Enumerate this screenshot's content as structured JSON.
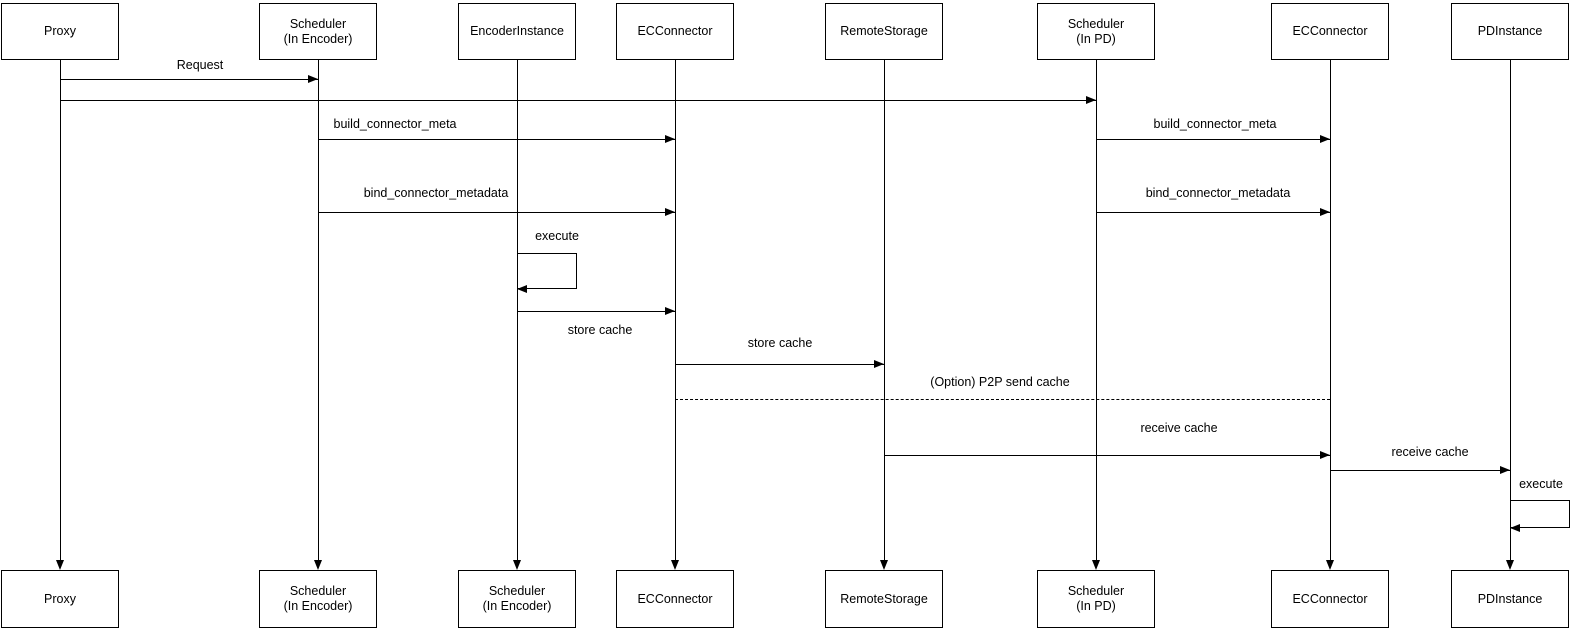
{
  "diagram": {
    "type": "sequence-diagram",
    "background_color": "#ffffff",
    "stroke_color": "#000000",
    "text_color": "#000000"
  },
  "actors": [
    {
      "id": "proxy",
      "top_label": "Proxy",
      "bottom_label": "Proxy"
    },
    {
      "id": "scheduler-encoder",
      "top_label": "Scheduler\n(In Encoder)",
      "bottom_label": "Scheduler\n(In Encoder)"
    },
    {
      "id": "encoder-instance",
      "top_label": "EncoderInstance",
      "bottom_label": "Scheduler\n(In Encoder)"
    },
    {
      "id": "ec-connector-encoder",
      "top_label": "ECConnector",
      "bottom_label": "ECConnector"
    },
    {
      "id": "remote-storage",
      "top_label": "RemoteStorage",
      "bottom_label": "RemoteStorage"
    },
    {
      "id": "scheduler-pd",
      "top_label": "Scheduler\n(In PD)",
      "bottom_label": "Scheduler\n(In PD)"
    },
    {
      "id": "ec-connector-pd",
      "top_label": "ECConnector",
      "bottom_label": "ECConnector"
    },
    {
      "id": "pd-instance",
      "top_label": "PDInstance",
      "bottom_label": "PDInstance"
    }
  ],
  "messages": [
    {
      "label": "Request",
      "from": "proxy",
      "to": "scheduler-encoder",
      "line": "solid",
      "arrow": "filled"
    },
    {
      "label": "",
      "from": "proxy",
      "to": "scheduler-pd",
      "line": "solid",
      "arrow": "filled"
    },
    {
      "label": "build_connector_meta",
      "from": "scheduler-encoder",
      "to": "ec-connector-encoder",
      "line": "solid",
      "arrow": "filled"
    },
    {
      "label": "build_connector_meta",
      "from": "scheduler-pd",
      "to": "ec-connector-pd",
      "line": "solid",
      "arrow": "filled"
    },
    {
      "label": "bind_connector_metadata",
      "from": "scheduler-encoder",
      "to": "ec-connector-encoder",
      "line": "solid",
      "arrow": "filled"
    },
    {
      "label": "bind_connector_metadata",
      "from": "scheduler-pd",
      "to": "ec-connector-pd",
      "line": "solid",
      "arrow": "filled"
    },
    {
      "label": "execute",
      "from": "encoder-instance",
      "to": "encoder-instance",
      "line": "self",
      "arrow": "filled"
    },
    {
      "label": "store cache",
      "from": "encoder-instance",
      "to": "ec-connector-encoder",
      "line": "solid",
      "arrow": "filled"
    },
    {
      "label": "store cache",
      "from": "ec-connector-encoder",
      "to": "remote-storage",
      "line": "solid",
      "arrow": "filled"
    },
    {
      "label": "(Option) P2P send cache",
      "from": "ec-connector-encoder",
      "to": "ec-connector-pd",
      "line": "dashed",
      "arrow": "none"
    },
    {
      "label": "receive cache",
      "from": "remote-storage",
      "to": "ec-connector-pd",
      "line": "solid",
      "arrow": "filled"
    },
    {
      "label": "receive cache",
      "from": "ec-connector-pd",
      "to": "pd-instance",
      "line": "solid",
      "arrow": "filled"
    },
    {
      "label": "execute",
      "from": "pd-instance",
      "to": "pd-instance",
      "line": "self",
      "arrow": "filled"
    }
  ]
}
